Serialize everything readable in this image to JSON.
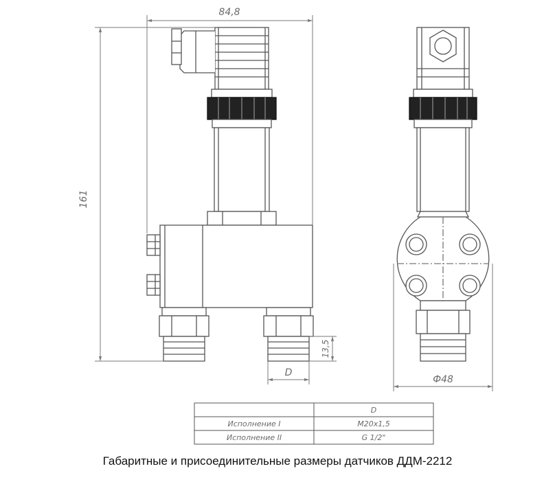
{
  "dimensions": {
    "width_total": "84,8",
    "height_total": "161",
    "thread_length": "13,5",
    "thread_d": "D",
    "body_diameter": "Ф48"
  },
  "table": {
    "header": [
      "",
      "D"
    ],
    "rows": [
      [
        "Исполнение I",
        "M20x1,5"
      ],
      [
        "Исполнение II",
        "G 1/2\""
      ]
    ]
  },
  "caption": "Габаритные и присоединительные размеры датчиков ДДМ-2212",
  "colors": {
    "line": "#555555",
    "dim": "#7a7a7a",
    "nut": "#222222"
  }
}
